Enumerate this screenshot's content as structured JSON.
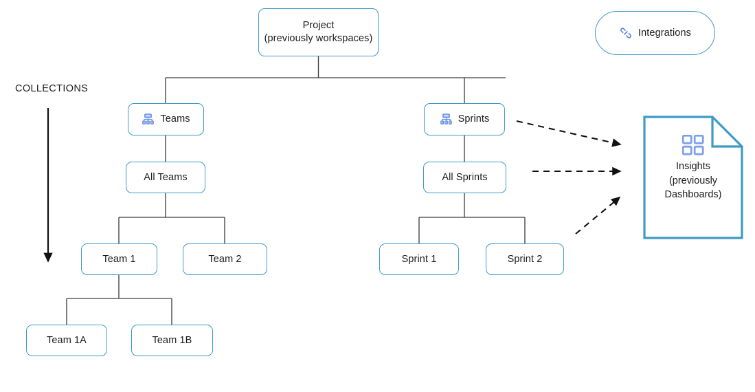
{
  "diagram": {
    "title_label": "COLLECTIONS",
    "colors": {
      "node_border": "#3d9ac7",
      "doc_border": "#3d9ac7",
      "connector": "#3f3f3f",
      "arrow": "#111111",
      "icon_blue": "#5b84e0",
      "icon_blue_light": "#9fb8ef",
      "text": "#1b1b1b",
      "background": "#ffffff"
    },
    "nodes": {
      "project": {
        "line1": "Project",
        "line2": "(previously workspaces)"
      },
      "integrations": {
        "label": "Integrations",
        "icon": "link-icon"
      },
      "teams": {
        "label": "Teams",
        "icon": "hierarchy-icon"
      },
      "sprints": {
        "label": "Sprints",
        "icon": "hierarchy-icon"
      },
      "all_teams": {
        "label": "All Teams"
      },
      "all_sprints": {
        "label": "All Sprints"
      },
      "team_1": {
        "label": "Team 1"
      },
      "team_2": {
        "label": "Team 2"
      },
      "sprint_1": {
        "label": "Sprint 1"
      },
      "sprint_2": {
        "label": "Sprint 2"
      },
      "team_1a": {
        "label": "Team 1A"
      },
      "team_1b": {
        "label": "Team 1B"
      },
      "insights": {
        "line1": "Insights",
        "line2": "(previously",
        "line3": "Dashboards)",
        "icon": "dashboard-grid-icon"
      }
    },
    "edges": [
      {
        "from": "project",
        "to": "teams",
        "style": "solid"
      },
      {
        "from": "project",
        "to": "sprints",
        "style": "solid"
      },
      {
        "from": "teams",
        "to": "all_teams",
        "style": "solid"
      },
      {
        "from": "all_teams",
        "to": "team_1",
        "style": "solid"
      },
      {
        "from": "all_teams",
        "to": "team_2",
        "style": "solid"
      },
      {
        "from": "team_1",
        "to": "team_1a",
        "style": "solid"
      },
      {
        "from": "team_1",
        "to": "team_1b",
        "style": "solid"
      },
      {
        "from": "sprints",
        "to": "all_sprints",
        "style": "solid"
      },
      {
        "from": "all_sprints",
        "to": "sprint_1",
        "style": "solid"
      },
      {
        "from": "all_sprints",
        "to": "sprint_2",
        "style": "solid"
      },
      {
        "from": "sprints",
        "to": "insights",
        "style": "dashed-arrow"
      },
      {
        "from": "all_sprints",
        "to": "insights",
        "style": "dashed-arrow"
      },
      {
        "from": "sprint_2",
        "to": "insights",
        "style": "dashed-arrow"
      }
    ]
  }
}
